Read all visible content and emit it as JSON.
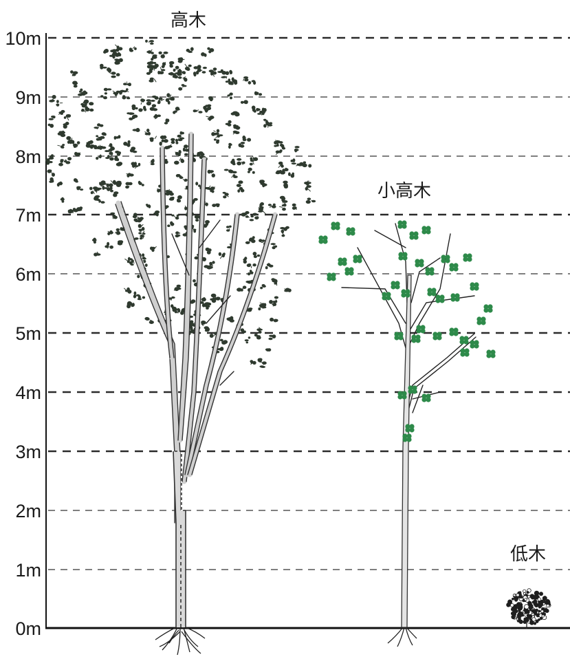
{
  "diagram": {
    "axis": {
      "ticks": [
        "0m",
        "1m",
        "2m",
        "3m",
        "4m",
        "5m",
        "6m",
        "7m",
        "8m",
        "9m",
        "10m"
      ]
    },
    "trees": [
      {
        "id": "tall",
        "label": "高木"
      },
      {
        "id": "small",
        "label": "小高木"
      },
      {
        "id": "shrub",
        "label": "低木"
      }
    ]
  }
}
